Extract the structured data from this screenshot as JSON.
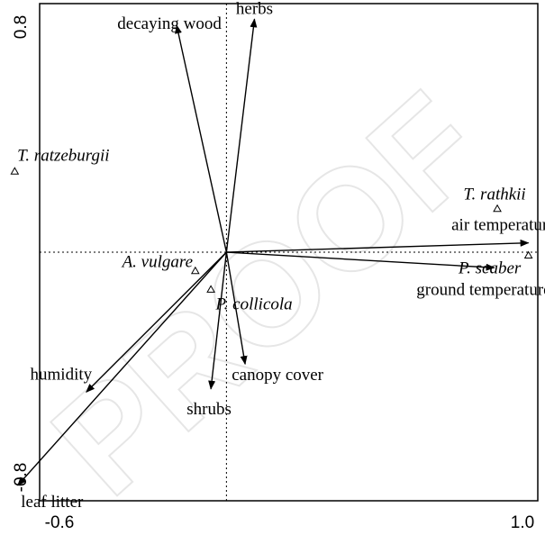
{
  "chart_data": {
    "type": "scatter",
    "title": "",
    "xlabel": "",
    "ylabel": "",
    "xlim": [
      -0.6,
      1.0
    ],
    "ylim": [
      -0.8,
      0.8
    ],
    "x_tick_labels": [
      "-0.6",
      "1.0"
    ],
    "y_tick_labels": [
      "0.8",
      "-0.8"
    ],
    "grid": false,
    "zero_lines": true,
    "watermark": "PROOF",
    "vectors": [
      {
        "name": "decaying wood",
        "x": -0.16,
        "y": 0.73
      },
      {
        "name": "herbs",
        "x": 0.09,
        "y": 0.75
      },
      {
        "name": "air temperature",
        "x": 0.97,
        "y": 0.03
      },
      {
        "name": "ground temperature",
        "x": 0.86,
        "y": -0.05
      },
      {
        "name": "canopy cover",
        "x": 0.06,
        "y": -0.36
      },
      {
        "name": "shrubs",
        "x": -0.05,
        "y": -0.44
      },
      {
        "name": "humidity",
        "x": -0.45,
        "y": -0.45
      },
      {
        "name": "leaf litter",
        "x": -0.67,
        "y": -0.75
      }
    ],
    "species": [
      {
        "name": "T. ratzeburgii",
        "x": -0.68,
        "y": 0.26
      },
      {
        "name": "T. rathkii",
        "x": 0.87,
        "y": 0.14
      },
      {
        "name": "P. scaber",
        "x": 0.97,
        "y": -0.01
      },
      {
        "name": "A. vulgare",
        "x": -0.1,
        "y": -0.06
      },
      {
        "name": "P. collicola",
        "x": -0.05,
        "y": -0.12
      }
    ]
  }
}
